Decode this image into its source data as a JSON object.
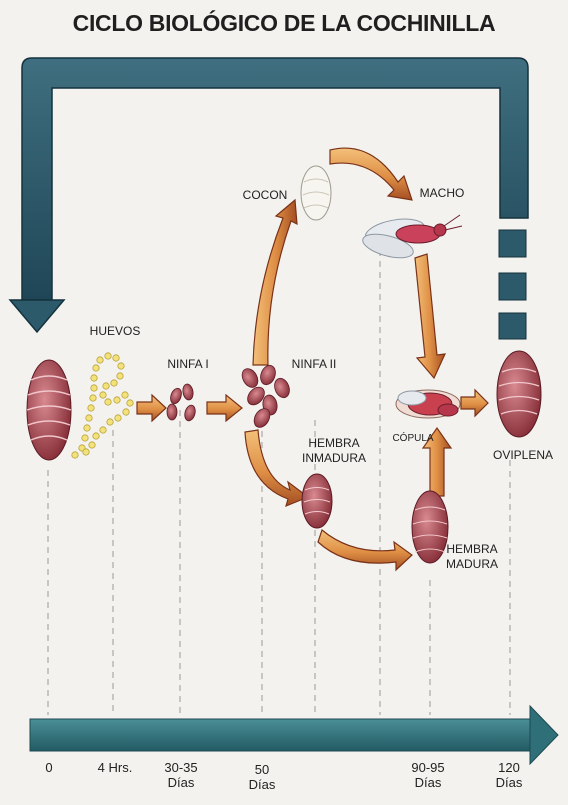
{
  "title": "CICLO BIOLÓGICO DE LA COCHINILLA",
  "stages": {
    "huevos": "HUEVOS",
    "ninfa1": "NINFA I",
    "ninfa2": "NINFA II",
    "cocon": "COCON",
    "macho": "MACHO",
    "hembra_inmadura": "HEMBRA INMADURA",
    "copula": "CÓPULA",
    "hembra_madura": "HEMBRA MADURA",
    "oviplena": "OVIPLENA"
  },
  "timeline": {
    "ticks": [
      {
        "value": "0",
        "unit": ""
      },
      {
        "value": "4 Hrs.",
        "unit": ""
      },
      {
        "value": "30-35",
        "unit": "Días"
      },
      {
        "value": "50",
        "unit": "Días"
      },
      {
        "value": "90-95",
        "unit": "Días"
      },
      {
        "value": "120",
        "unit": "Días"
      }
    ]
  },
  "colors": {
    "frame_blue": "#2c5a6b",
    "timeline_teal": "#2f6f78",
    "arrow_orange": "#e39a4a",
    "arrow_brown": "#8a3a1e",
    "insect_red": "#9e3a45",
    "egg_yellow": "#f0dc6a"
  }
}
